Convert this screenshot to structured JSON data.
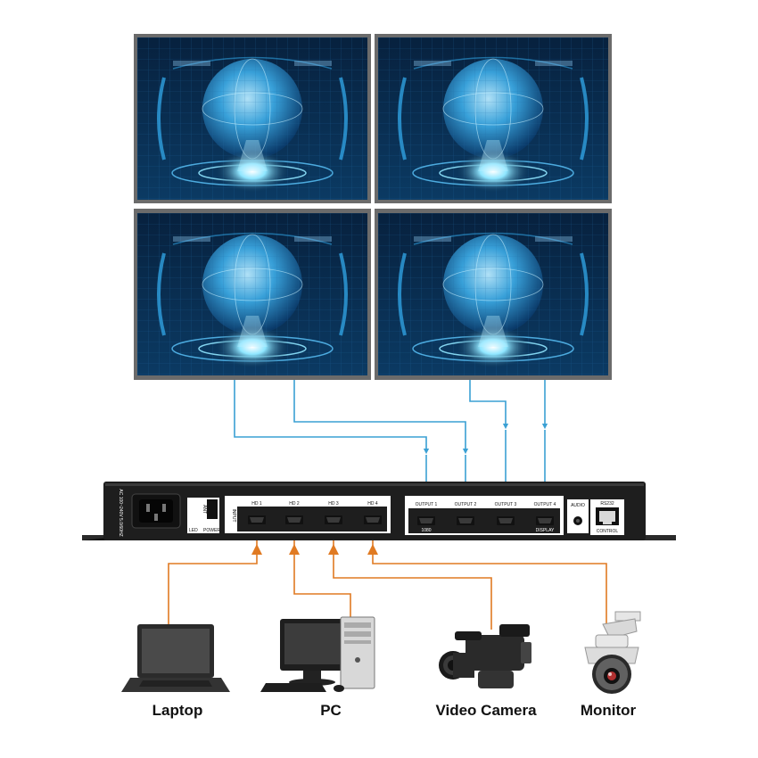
{
  "colors": {
    "output_line": "#3aa0d4",
    "input_line": "#e07a22",
    "chassis": "#1e1e1e",
    "panel_white": "#ffffff",
    "screen_bezel": "#6b6b6b"
  },
  "screens": [
    {
      "id": "top-left"
    },
    {
      "id": "top-right"
    },
    {
      "id": "bottom-left"
    },
    {
      "id": "bottom-right"
    }
  ],
  "device": {
    "power_label": "AC 100~240V 5.0/60HZ",
    "ant_label": "ANT",
    "led_label": "LED",
    "power_btn_label": "POWER",
    "input_label": "INPUT",
    "hd_ports": [
      "HD 1",
      "HD 2",
      "HD 3",
      "HD 4"
    ],
    "output_ports": [
      "OUTPUT 1",
      "OUTPUT 2",
      "OUTPUT 3",
      "OUTPUT 4"
    ],
    "output_sub_left": "1080",
    "output_sub_right": "DISPLAY",
    "audio_label": "AUDIO",
    "rs232_label": "RS232",
    "control_label": "CONTROL"
  },
  "devices": [
    {
      "label": "Laptop",
      "icon": "laptop-icon"
    },
    {
      "label": "PC",
      "icon": "desktop-pc-icon"
    },
    {
      "label": "Video Camera",
      "icon": "video-camera-icon"
    },
    {
      "label": "Monitor",
      "icon": "dome-camera-icon"
    }
  ]
}
